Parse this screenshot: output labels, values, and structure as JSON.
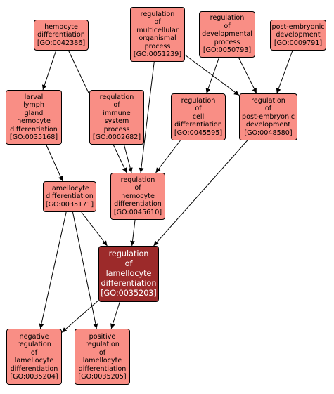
{
  "colors": {
    "node_fill": "#f98e85",
    "focus_fill": "#9c2a2a",
    "edge": "#000000"
  },
  "nodes": {
    "hemocyte_differentiation": {
      "lines": [
        "hemocyte",
        "differentiation",
        "[GO:0042386]"
      ]
    },
    "reg_multicellular": {
      "lines": [
        "regulation",
        "of",
        "multicellular",
        "organismal",
        "process",
        "[GO:0051239]"
      ]
    },
    "reg_developmental": {
      "lines": [
        "regulation",
        "of",
        "developmental",
        "process",
        "[GO:0050793]"
      ]
    },
    "post_embryonic_development": {
      "lines": [
        "post-embryonic",
        "development",
        "[GO:0009791]"
      ]
    },
    "larval_lymph_gland": {
      "lines": [
        "larval",
        "lymph",
        "gland",
        "hemocyte",
        "differentiation",
        "[GO:0035168]"
      ]
    },
    "reg_immune": {
      "lines": [
        "regulation",
        "of",
        "immune",
        "system",
        "process",
        "[GO:0002682]"
      ]
    },
    "reg_cell_diff": {
      "lines": [
        "regulation",
        "of",
        "cell",
        "differentiation",
        "[GO:0045595]"
      ]
    },
    "reg_post_embryonic": {
      "lines": [
        "regulation",
        "of",
        "post-embryonic",
        "development",
        "[GO:0048580]"
      ]
    },
    "lamellocyte_diff": {
      "lines": [
        "lamellocyte",
        "differentiation",
        "[GO:0035171]"
      ]
    },
    "reg_hemocyte_diff": {
      "lines": [
        "regulation",
        "of",
        "hemocyte",
        "differentiation",
        "[GO:0045610]"
      ]
    },
    "reg_lamellocyte_diff": {
      "lines": [
        "regulation",
        "of",
        "lamellocyte",
        "differentiation",
        "[GO:0035203]"
      ]
    },
    "neg_reg_lamellocyte": {
      "lines": [
        "negative",
        "regulation",
        "of",
        "lamellocyte",
        "differentiation",
        "[GO:0035204]"
      ]
    },
    "pos_reg_lamellocyte": {
      "lines": [
        "positive",
        "regulation",
        "of",
        "lamellocyte",
        "differentiation",
        "[GO:0035205]"
      ]
    }
  },
  "edges": [
    [
      "hemocyte_differentiation",
      "larval_lymph_gland"
    ],
    [
      "hemocyte_differentiation",
      "reg_hemocyte_diff"
    ],
    [
      "reg_multicellular",
      "reg_hemocyte_diff"
    ],
    [
      "reg_multicellular",
      "reg_post_embryonic"
    ],
    [
      "reg_developmental",
      "reg_cell_diff"
    ],
    [
      "reg_developmental",
      "reg_post_embryonic"
    ],
    [
      "post_embryonic_development",
      "reg_post_embryonic"
    ],
    [
      "larval_lymph_gland",
      "lamellocyte_diff"
    ],
    [
      "reg_immune",
      "reg_hemocyte_diff"
    ],
    [
      "reg_cell_diff",
      "reg_hemocyte_diff"
    ],
    [
      "reg_post_embryonic",
      "reg_lamellocyte_diff"
    ],
    [
      "lamellocyte_diff",
      "reg_lamellocyte_diff"
    ],
    [
      "lamellocyte_diff",
      "neg_reg_lamellocyte"
    ],
    [
      "lamellocyte_diff",
      "pos_reg_lamellocyte"
    ],
    [
      "reg_hemocyte_diff",
      "reg_lamellocyte_diff"
    ],
    [
      "reg_lamellocyte_diff",
      "neg_reg_lamellocyte"
    ],
    [
      "reg_lamellocyte_diff",
      "pos_reg_lamellocyte"
    ]
  ]
}
